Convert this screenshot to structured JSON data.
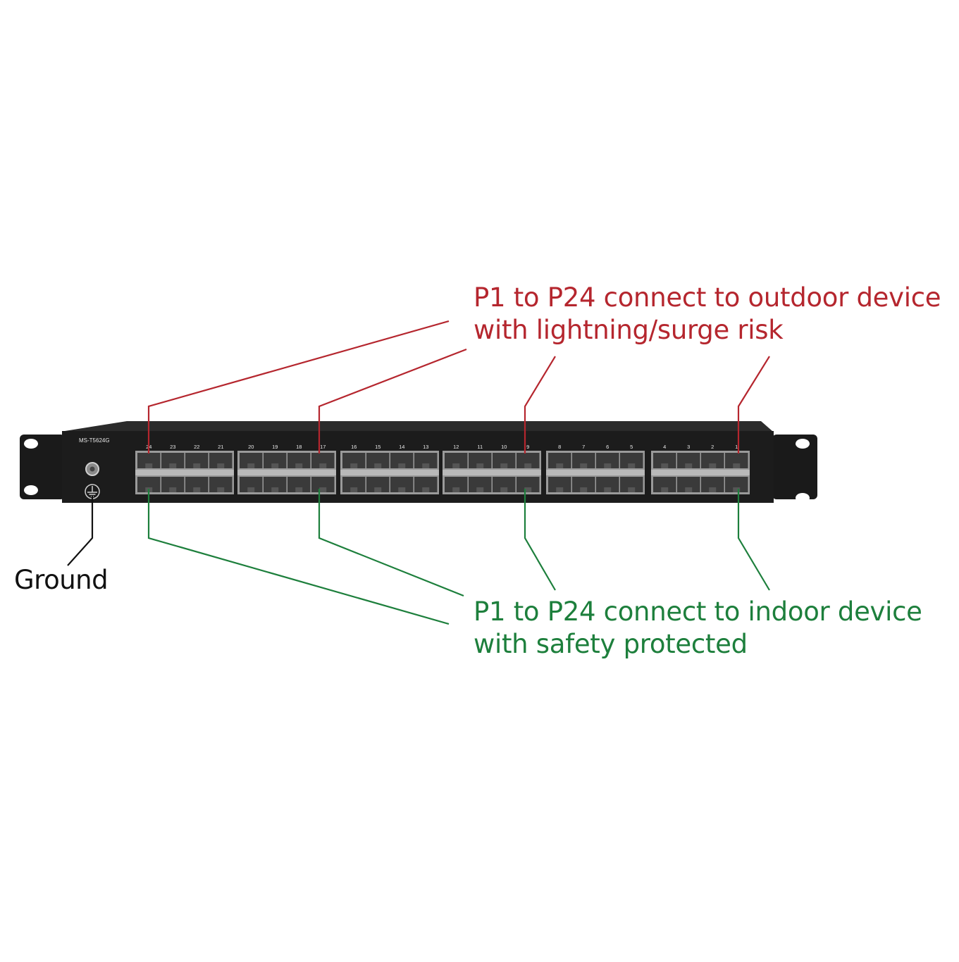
{
  "device": {
    "model": "MS-T5624G",
    "port_numbers": [
      "24",
      "23",
      "22",
      "21",
      "20",
      "19",
      "18",
      "17",
      "16",
      "15",
      "14",
      "13",
      "12",
      "11",
      "10",
      "9",
      "8",
      "7",
      "6",
      "5",
      "4",
      "3",
      "2",
      "1"
    ]
  },
  "callouts": {
    "outdoor": {
      "line1": "P1 to P24 connect to outdoor device",
      "line2": "with lightning/surge risk",
      "color": "#b5262e"
    },
    "indoor": {
      "line1": "P1 to P24 connect to indoor device",
      "line2": "with safety protected",
      "color": "#1d7f3c"
    },
    "ground": {
      "label": "Ground"
    }
  },
  "colors": {
    "chassis": "#1c1c1c",
    "port_block": "#9a9a9a",
    "port_jack": "#3a3a3a",
    "outdoor_line": "#b5262e",
    "indoor_line": "#1d7f3c"
  }
}
